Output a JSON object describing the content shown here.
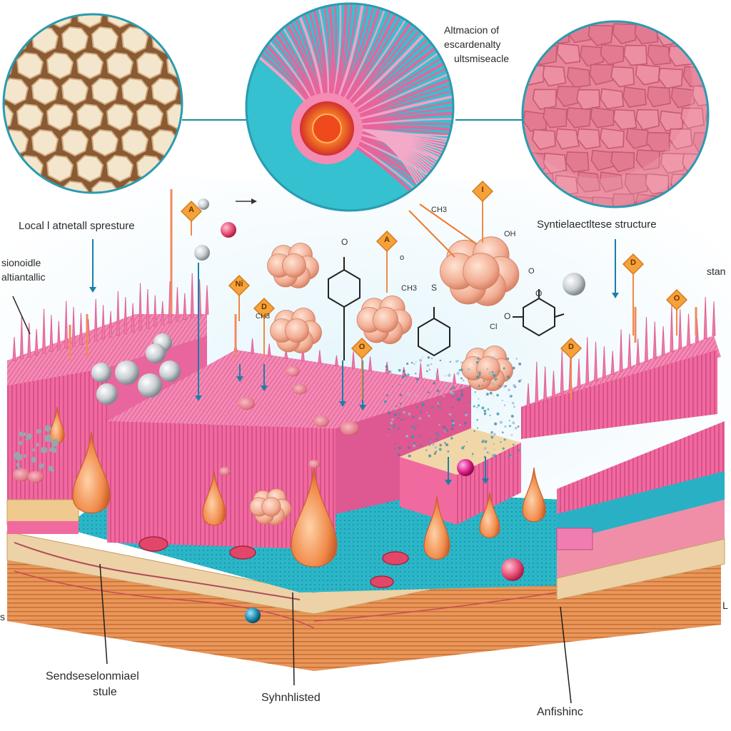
{
  "labels": {
    "top_note_line1": "Altmacion of",
    "top_note_line2": "escardenalty",
    "top_note_line3": "ultsmiseacle",
    "local_structure": "Local l atnetall spresture",
    "synthetic_structure": "Syntielaectltese structure",
    "left_note_line1": "sionoidle",
    "left_note_line2": "altiantallic",
    "right_note": "stan",
    "left_edge_mark": "s",
    "right_edge_mark": "L",
    "bottom_left_line1": "Sendseselonmiael",
    "bottom_left_line2": "stule",
    "bottom_center": "Syhnhlisted",
    "bottom_right": "Anfishinc",
    "chem_ch3_a": "CH3",
    "chem_ch3_b": "CH3",
    "chem_oh": "OH",
    "chem_o_1": "O",
    "chem_o_2": "O",
    "chem_o_3": "O",
    "chem_s": "S",
    "chem_o_right": "O",
    "chem_cl": "Cl",
    "chem_ch_left": "CH3",
    "chem_cho": "o"
  },
  "tags": [
    "I",
    "A",
    "Ni",
    "D",
    "O",
    "D",
    "D",
    "O",
    "A"
  ],
  "colors": {
    "membrane_pink": "#f0679e",
    "membrane_dark": "#d94b86",
    "cyan": "#26b9c9",
    "tan": "#ecd2a6",
    "orange_band": "#e8945a",
    "tag_orange": "#f5a23a",
    "cluster": "#f2b49c",
    "background_glow": "#dff3fb"
  }
}
